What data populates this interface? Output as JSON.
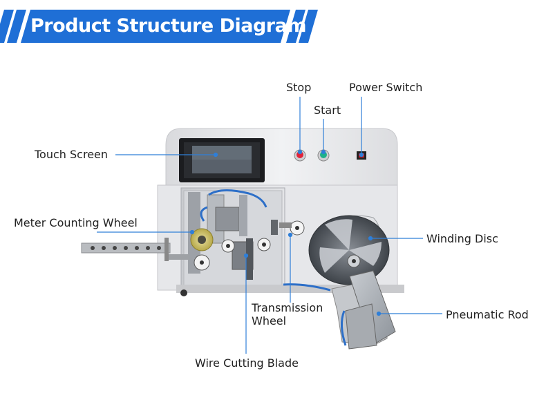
{
  "header": {
    "title": "Product Structure Diagram",
    "color": "#1f6fd6"
  },
  "labels": {
    "stop": "Stop",
    "power_switch": "Power Switch",
    "start": "Start",
    "touch_screen": "Touch Screen",
    "meter_counting_wheel": "Meter Counting Wheel",
    "winding_disc": "Winding Disc",
    "transmission_wheel_line1": "Transmission",
    "transmission_wheel_line2": "Wheel",
    "pneumatic_rod": "Pneumatic Rod",
    "wire_cutting_blade": "Wire Cutting Blade"
  },
  "colors": {
    "leader_line": "#2f7fd8",
    "stop_button": "#e0233a",
    "start_button": "#1fb08a",
    "power_switch": "#cc1f2a",
    "winding_disc": "#555a60",
    "machine_body": "#e8e9eb"
  }
}
